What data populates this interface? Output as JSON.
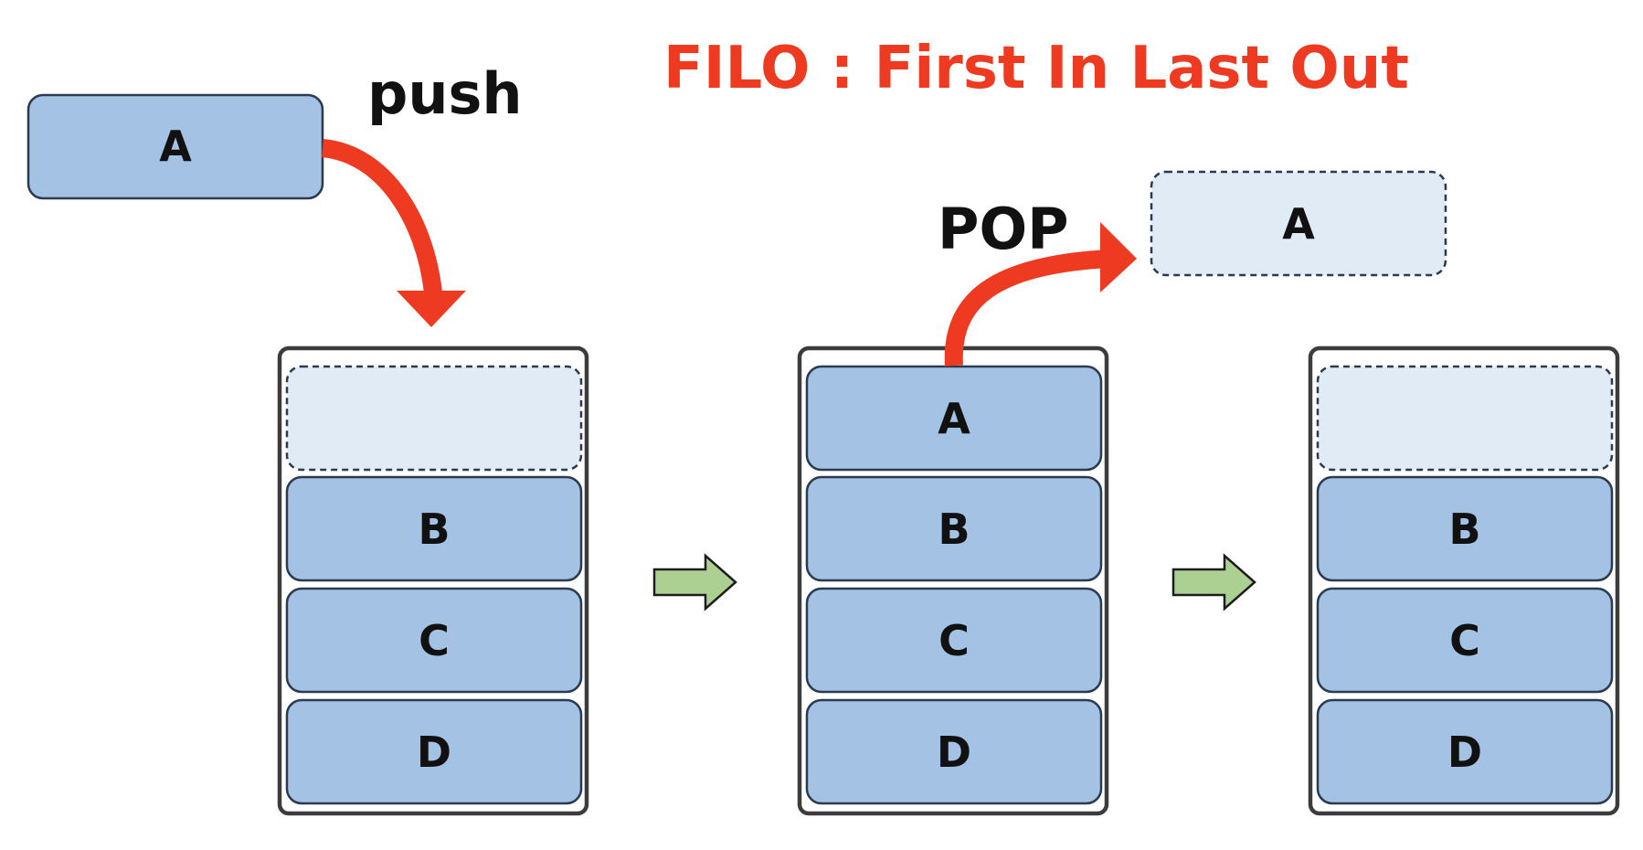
{
  "title": "FILO : First In Last Out",
  "operations": {
    "push": "push",
    "pop": "POP"
  },
  "incoming_item": "A",
  "popped_item": "A",
  "stacks": {
    "before_push": [
      "",
      "B",
      "C",
      "D"
    ],
    "after_push": [
      "A",
      "B",
      "C",
      "D"
    ],
    "after_pop": [
      "",
      "B",
      "C",
      "D"
    ]
  },
  "colors": {
    "accent_red": "#ef3a22",
    "box_fill": "#a4c2e4",
    "ghost_fill": "#e1ebf6",
    "step_arrow": "#acd092"
  }
}
